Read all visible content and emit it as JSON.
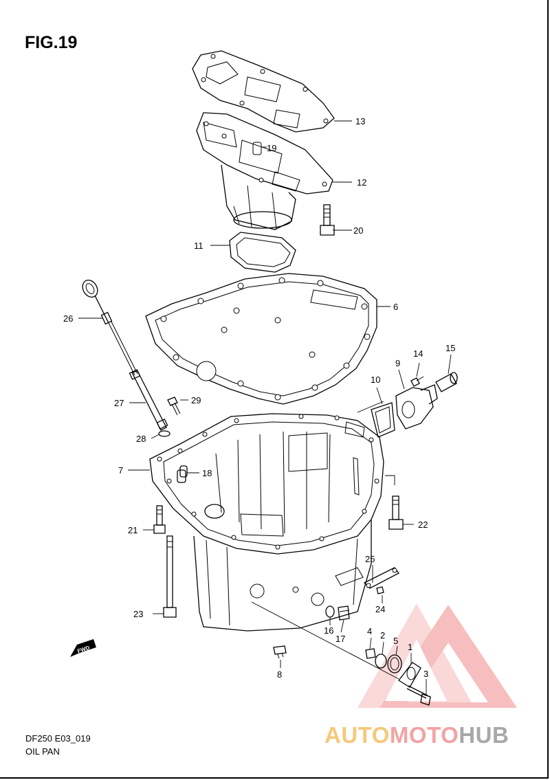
{
  "figure": {
    "title": "FIG.19",
    "code": "DF250 E03_019",
    "name": "OIL PAN"
  },
  "watermark": {
    "text_part1": "AUTO",
    "text_part2": "MOTO",
    "text_part3": "HUB",
    "color_yellow": "#f5c97a",
    "color_red": "#f3a3a3",
    "color_gray": "#a8a8a8"
  },
  "fwd_label": "FWD",
  "callouts": {
    "c1": "1",
    "c2": "2",
    "c3": "3",
    "c4": "4",
    "c5": "5",
    "c6": "6",
    "c7": "7",
    "c8": "8",
    "c9": "9",
    "c10": "10",
    "c11": "11",
    "c12": "12",
    "c13": "13",
    "c14": "14",
    "c15": "15",
    "c16": "16",
    "c17": "17",
    "c18": "18",
    "c19": "19",
    "c20": "20",
    "c21": "21",
    "c22": "22",
    "c23": "23",
    "c24": "24",
    "c25": "25",
    "c26": "26",
    "c27": "27",
    "c28": "28",
    "c29": "29"
  }
}
